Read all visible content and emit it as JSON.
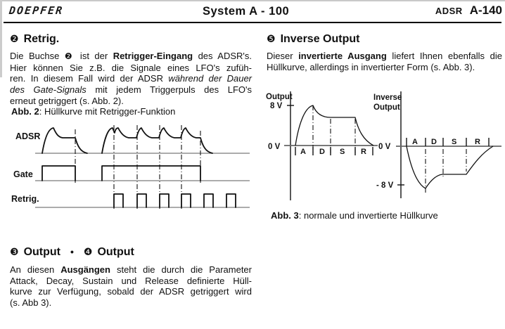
{
  "header": {
    "logo": "DOEPFER",
    "title": "System A - 100",
    "model_series": "ADSR",
    "model_number": "A-140"
  },
  "sections": {
    "retrig": {
      "marker": "❷",
      "title": "Retrig.",
      "paragraph": [
        [
          {
            "t": "Die Buchse "
          },
          {
            "t": "❷",
            "f": "m"
          },
          {
            "t": " ist der "
          },
          {
            "t": "Retrigger-Eingang",
            "f": "b"
          },
          {
            "t": " des ADSR's."
          }
        ],
        [
          {
            "t": "Hier können Sie z.B. die Signale eines LFO's zufüh-"
          }
        ],
        [
          {
            "t": "ren. In diesem Fall wird der ADSR "
          },
          {
            "t": "während der Dauer",
            "f": "i"
          }
        ],
        [
          {
            "t": "des Gate-Signals",
            "f": "i"
          },
          {
            "t": " mit jedem Triggerpuls des LFO's"
          }
        ],
        [
          {
            "t": "erneut getriggert (s. Abb. 2)."
          }
        ]
      ]
    },
    "outputs": {
      "marker_a": "❸",
      "title_a": "Output",
      "separator": "•",
      "marker_b": "❹",
      "title_b": "Output",
      "paragraph": [
        [
          {
            "t": "An diesen "
          },
          {
            "t": "Ausgängen",
            "f": "b"
          },
          {
            "t": " steht die durch die Parameter"
          }
        ],
        [
          {
            "t": "Attack, Decay, Sustain und Release definierte Hüll-"
          }
        ],
        [
          {
            "t": "kurve zur Verfügung, sobald der ADSR getriggert wird"
          }
        ],
        [
          {
            "t": "(s. Abb 3)."
          }
        ]
      ]
    },
    "inverse": {
      "marker": "❺",
      "title": "Inverse Output",
      "paragraph": [
        [
          {
            "t": "Dieser "
          },
          {
            "t": "invertierte Ausgang",
            "f": "b"
          },
          {
            "t": " liefert Ihnen ebenfalls die"
          }
        ],
        [
          {
            "t": "Hüllkurve, allerdings in invertierter Form (s. Abb. 3)."
          }
        ]
      ]
    }
  },
  "fig2": {
    "caption": [
      [
        {
          "t": "Abb. 2",
          "f": "b"
        },
        {
          "t": ":  Hüllkurve mit Retrigger-Funktion"
        }
      ]
    ],
    "labels": {
      "row1": "ADSR",
      "row2": "Gate",
      "row3": "Retrig."
    }
  },
  "fig3": {
    "caption": [
      [
        {
          "t": "Abb. 3",
          "f": "b"
        },
        {
          "t": ":  normale und invertierte Hüllkurve"
        }
      ]
    ],
    "left": {
      "title": "Output",
      "vmax": "8 V",
      "zero": "0 V",
      "phase_a": "A",
      "phase_d": "D",
      "phase_s": "S",
      "phase_r": "R"
    },
    "right": {
      "title_line1": "Inverse",
      "title_line2": "Output",
      "zero": "0 V",
      "vmin": "- 8 V",
      "phase_a": "A",
      "phase_d": "D",
      "phase_s": "S",
      "phase_r": "R"
    }
  }
}
